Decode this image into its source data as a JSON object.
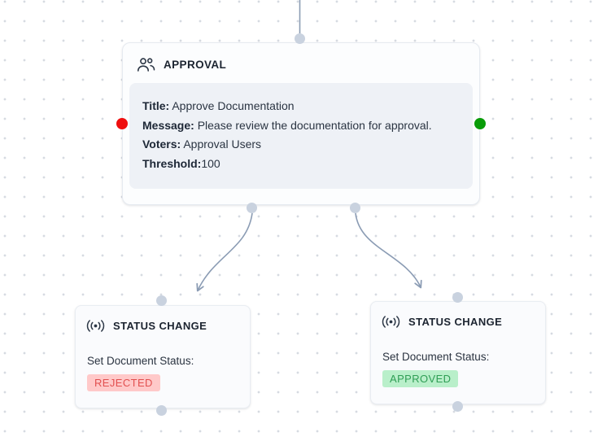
{
  "colors": {
    "edge": "#8b9cb4",
    "handle": "#c9d2df",
    "port-input": "#ef0f0f",
    "port-output": "#089c08",
    "badge-rejected-bg": "#ffc9c9",
    "badge-rejected-text": "#e25050",
    "badge-approved-bg": "#b9efca",
    "badge-approved-text": "#2f9e55"
  },
  "approval_node": {
    "title": "APPROVAL",
    "fields": [
      {
        "label": "Title:",
        "value": " Approve Documentation"
      },
      {
        "label": "Message:",
        "value": " Please review the documentation for approval."
      },
      {
        "label": "Voters:",
        "value": " Approval Users"
      },
      {
        "label": "Threshold:",
        "value": "100"
      }
    ]
  },
  "status_node_left": {
    "title": "STATUS CHANGE",
    "body_label": "Set Document Status:",
    "badge": "REJECTED"
  },
  "status_node_right": {
    "title": "STATUS CHANGE",
    "body_label": "Set Document Status:",
    "badge": "APPROVED"
  }
}
